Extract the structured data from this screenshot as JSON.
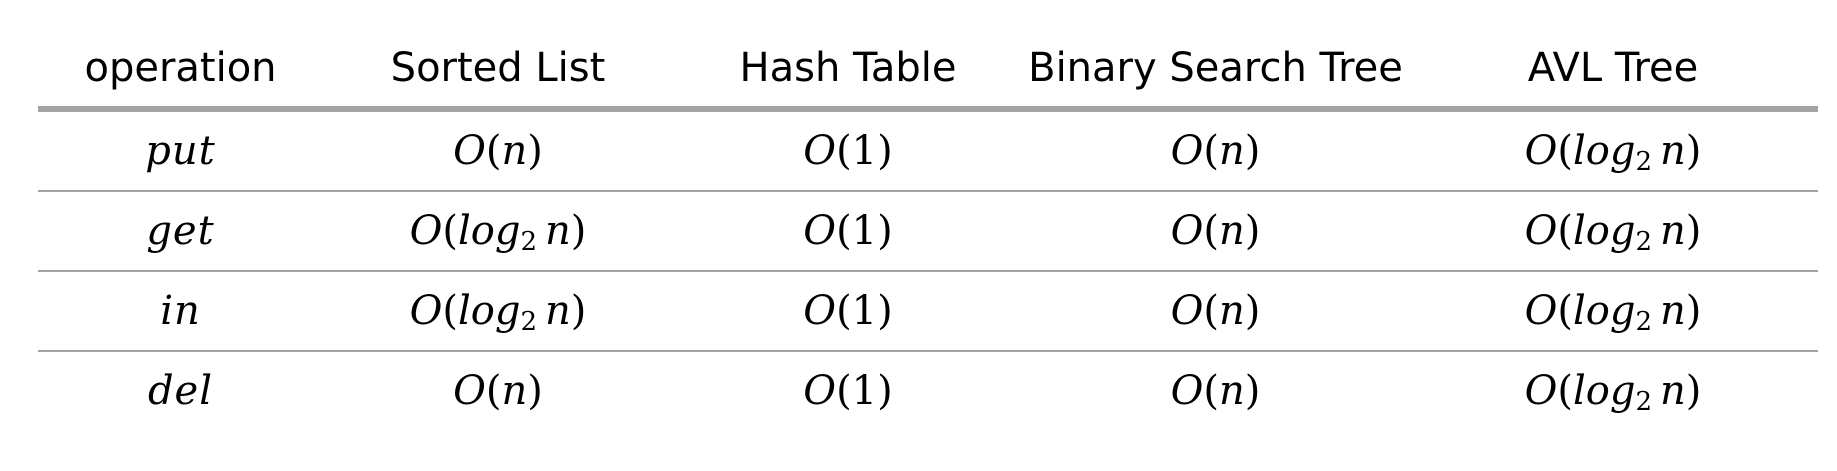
{
  "table": {
    "headers": [
      "operation",
      "Sorted List",
      "Hash Table",
      "Binary Search Tree",
      "AVL Tree"
    ],
    "rows": [
      {
        "operation": "put",
        "cells": [
          "n",
          "1",
          "n",
          "log2 n"
        ]
      },
      {
        "operation": "get",
        "cells": [
          "log2 n",
          "1",
          "n",
          "log2 n"
        ]
      },
      {
        "operation": "in",
        "cells": [
          "log2 n",
          "1",
          "n",
          "log2 n"
        ]
      },
      {
        "operation": "del",
        "cells": [
          "n",
          "1",
          "n",
          "log2 n"
        ]
      }
    ]
  }
}
